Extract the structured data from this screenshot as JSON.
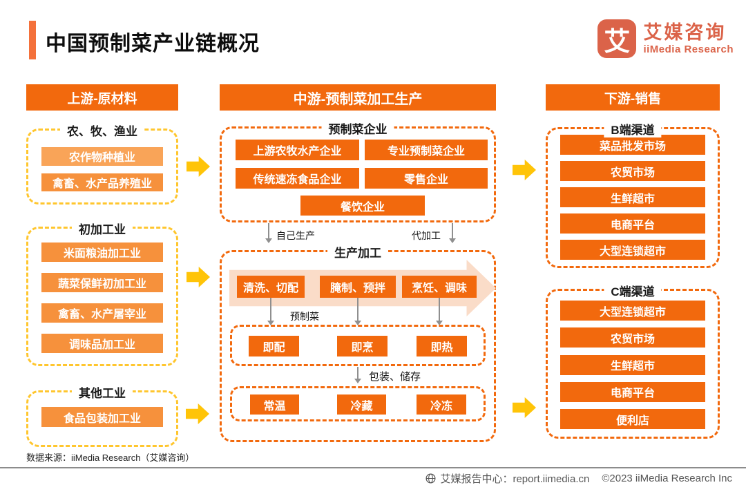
{
  "page": {
    "title": "中国预制菜产业链概况"
  },
  "logo": {
    "icon_char": "艾",
    "name_cn": "艾媒咨询",
    "name_en": "iiMedia Research"
  },
  "upstream": {
    "header": "上游-原材料",
    "group1": {
      "title": "农、牧、渔业",
      "items": [
        "农作物种植业",
        "禽畜、水产品养殖业"
      ]
    },
    "group2": {
      "title": "初加工业",
      "items": [
        "米面粮油加工业",
        "蔬菜保鲜初加工业",
        "禽畜、水产屠宰业",
        "调味品加工业"
      ]
    },
    "group3": {
      "title": "其他工业",
      "items": [
        "食品包装加工业"
      ]
    }
  },
  "midstream": {
    "header": "中游-预制菜加工生产",
    "enterprises": {
      "title": "预制菜企业",
      "items": [
        "上游农牧水产企业",
        "专业预制菜企业",
        "传统速冻食品企业",
        "零售企业",
        "餐饮企业"
      ]
    },
    "labels": {
      "self_production": "自己生产",
      "oem": "代加工",
      "premade": "预制菜",
      "packaging_storage": "包装、储存"
    },
    "production": {
      "title": "生产加工",
      "steps": [
        "清洗、切配",
        "腌制、预拌",
        "烹饪、调味"
      ],
      "ready_types": [
        "即配",
        "即烹",
        "即热"
      ],
      "storage_types": [
        "常温",
        "冷藏",
        "冷冻"
      ]
    }
  },
  "downstream": {
    "header": "下游-销售",
    "b_channel": {
      "title": "B端渠道",
      "items": [
        "菜品批发市场",
        "农贸市场",
        "生鲜超市",
        "电商平台",
        "大型连锁超市"
      ]
    },
    "c_channel": {
      "title": "C端渠道",
      "items": [
        "大型连锁超市",
        "农贸市场",
        "生鲜超市",
        "电商平台",
        "便利店"
      ]
    }
  },
  "footer": {
    "source": "数据来源：iiMedia Research（艾媒咨询）",
    "report_center": "艾媒报告中心：report.iimedia.cn",
    "copyright": "©2023  iiMedia Research  Inc"
  },
  "colors": {
    "primary_orange": "#F2690D",
    "light_orange": "#F9A458",
    "mid_orange": "#F6913C",
    "yellow_dash": "#FFC62E",
    "yellow_arrow": "#FFC408",
    "pale_flow_arrow": "#FADCC8",
    "logo_orange": "#DB6349"
  }
}
